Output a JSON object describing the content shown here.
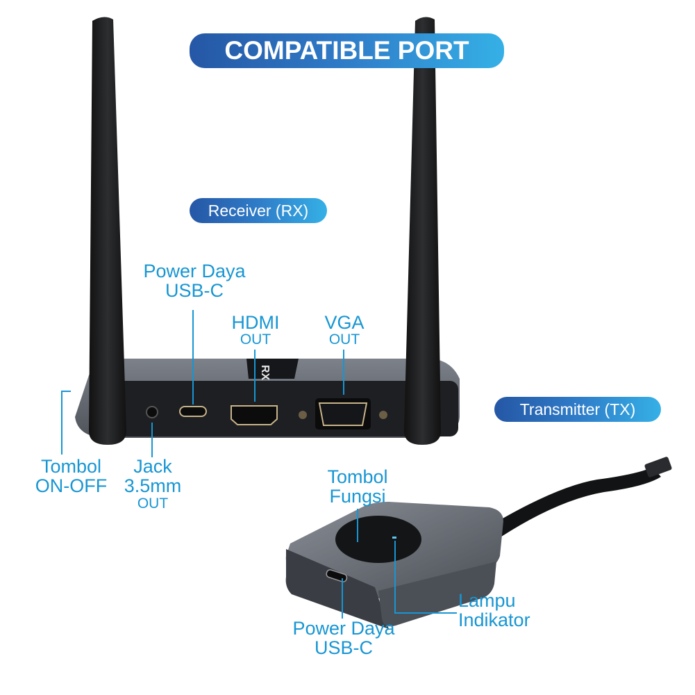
{
  "banner": {
    "title": "COMPATIBLE PORT"
  },
  "receiver": {
    "tag": "Receiver (RX)",
    "logo": "RX",
    "labels": {
      "power_line1": "Power Daya",
      "power_line2": "USB-C",
      "hdmi": "HDMI",
      "hdmi_sub": "OUT",
      "vga": "VGA",
      "vga_sub": "OUT",
      "button_line1": "Tombol",
      "button_line2": "ON-OFF",
      "jack_line1": "Jack",
      "jack_line2": "3.5mm",
      "jack_sub": "OUT"
    }
  },
  "transmitter": {
    "tag": "Transmitter (TX)",
    "labels": {
      "button_line1": "Tombol",
      "button_line2": "Fungsi",
      "lamp_line1": "Lampu",
      "lamp_line2": "Indikator",
      "power_line1": "Power Daya",
      "power_line2": "USB-C"
    }
  },
  "colors": {
    "label": "#1796d3",
    "banner_start": "#2557a5",
    "banner_end": "#35b0e6",
    "device": "#5d626b",
    "antenna": "#1b1c1e"
  }
}
